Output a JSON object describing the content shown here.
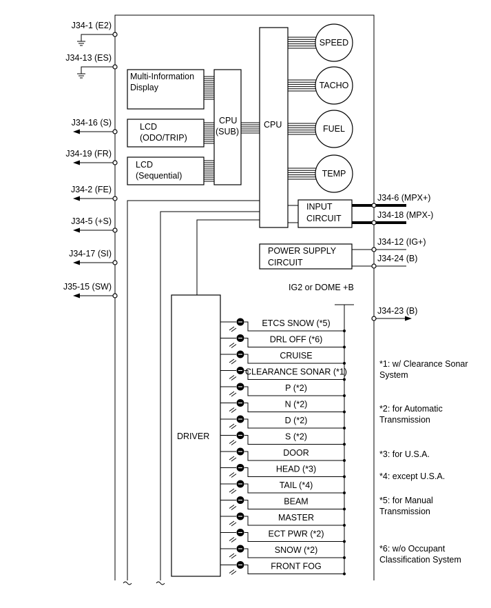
{
  "left_pins": [
    {
      "label": "J34-1 (E2)",
      "kind": "ground"
    },
    {
      "label": "J34-13 (ES)",
      "kind": "ground"
    },
    {
      "label": "J34-16 (S)",
      "kind": "out"
    },
    {
      "label": "J34-19 (FR)",
      "kind": "out"
    },
    {
      "label": "J34-2 (FE)",
      "kind": "out"
    },
    {
      "label": "J34-5 (+S)",
      "kind": "out"
    },
    {
      "label": "J34-17 (SI)",
      "kind": "out"
    },
    {
      "label": "J35-15 (SW)",
      "kind": "out"
    }
  ],
  "right_pins": [
    {
      "label": "J34-6 (MPX+)"
    },
    {
      "label": "J34-18 (MPX-)"
    },
    {
      "label": "J34-12 (IG+)"
    },
    {
      "label": "J34-24 (B)"
    },
    {
      "label": "J34-23 (B)"
    }
  ],
  "blocks": {
    "multi_info_1": "Multi-Information",
    "multi_info_2": "Display",
    "lcd_odo_1": "LCD",
    "lcd_odo_2": "(ODO/TRIP)",
    "lcd_seq_1": "LCD",
    "lcd_seq_2": "(Sequential)",
    "cpu_sub_1": "CPU",
    "cpu_sub_2": "(SUB)",
    "cpu_main": "CPU",
    "input_circuit_1": "INPUT",
    "input_circuit_2": "CIRCUIT",
    "power_supply_1": "POWER SUPPLY",
    "power_supply_2": "CIRCUIT",
    "driver": "DRIVER",
    "ig2_label": "IG2 or DOME +B"
  },
  "gauges": [
    "SPEED",
    "TACHO",
    "FUEL",
    "TEMP"
  ],
  "indicators": [
    "ETCS SNOW (*5)",
    "DRL OFF (*6)",
    "CRUISE",
    "CLEARANCE SONAR (*1)",
    "P (*2)",
    "N (*2)",
    "D (*2)",
    "S (*2)",
    "DOOR",
    "HEAD (*3)",
    "TAIL (*4)",
    "BEAM",
    "MASTER",
    "ECT PWR (*2)",
    "SNOW (*2)",
    "FRONT FOG"
  ],
  "notes": [
    {
      "lines": [
        "*1: w/ Clearance Sonar",
        "System"
      ]
    },
    {
      "lines": [
        "*2: for Automatic",
        "Transmission"
      ]
    },
    {
      "lines": [
        "*3: for U.S.A."
      ]
    },
    {
      "lines": [
        "*4: except U.S.A."
      ]
    },
    {
      "lines": [
        "*5: for Manual",
        "Transmission"
      ]
    },
    {
      "lines": [
        "*6: w/o Occupant",
        "Classification System"
      ]
    }
  ]
}
